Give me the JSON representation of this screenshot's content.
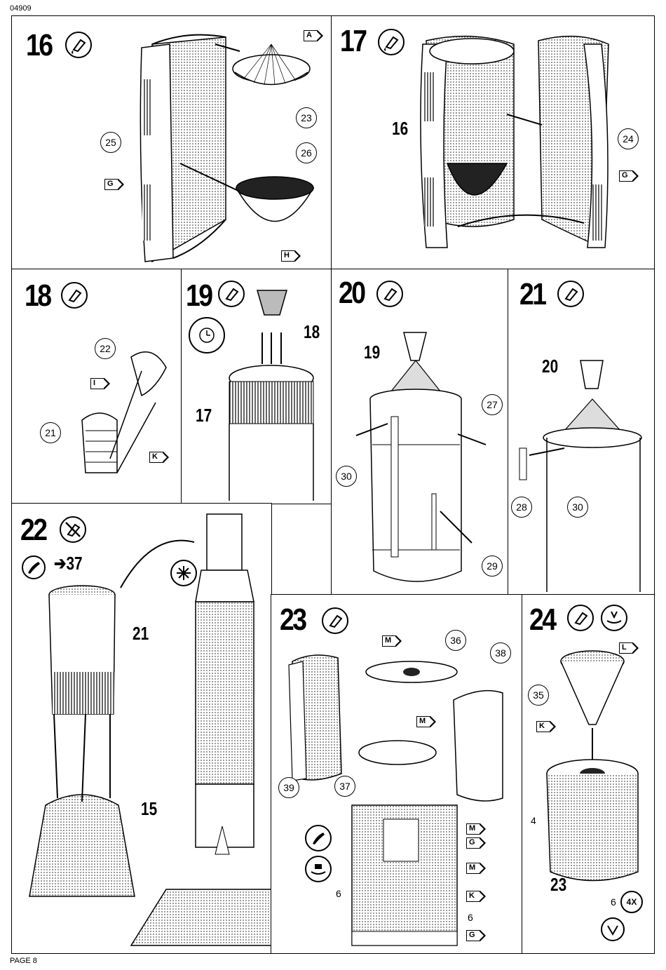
{
  "header": {
    "code": "04909"
  },
  "footer": {
    "page": "PAGE 8"
  },
  "steps": {
    "s16": {
      "num": "16",
      "callouts": [
        "25",
        "23",
        "26"
      ],
      "flags": [
        "A",
        "G",
        "H"
      ]
    },
    "s17": {
      "num": "17",
      "callouts": [
        "24"
      ],
      "flags": [
        "G"
      ],
      "ref": "16"
    },
    "s18": {
      "num": "18",
      "callouts": [
        "22",
        "21"
      ],
      "flags": [
        "I",
        "K"
      ]
    },
    "s19": {
      "num": "19",
      "ref_top": "18",
      "ref_side": "17"
    },
    "s20": {
      "num": "20",
      "ref": "19",
      "callouts": [
        "27",
        "30",
        "29"
      ]
    },
    "s21": {
      "num": "21",
      "ref": "20",
      "callouts": [
        "28",
        "30"
      ]
    },
    "s22": {
      "num": "22",
      "arrow_ref": "37",
      "ref_side": "21",
      "ref_bottom": "15"
    },
    "s23": {
      "num": "23",
      "callouts": [
        "36",
        "38",
        "39",
        "37"
      ],
      "flags": [
        "M",
        "M",
        "M",
        "G",
        "M",
        "K",
        "G"
      ],
      "part_six_a": "6",
      "part_six_b": "6"
    },
    "s24": {
      "num": "24",
      "callouts": [
        "35"
      ],
      "flags": [
        "L",
        "K"
      ],
      "ref_4": "4",
      "ref_23": "23",
      "ref_6": "6",
      "multiplier": "4X"
    }
  },
  "icon_names": [
    "glue-icon",
    "no-glue-icon",
    "clock-icon",
    "paint-brush-icon",
    "decal-icon",
    "snowflake-icon",
    "water-decal-icon"
  ]
}
